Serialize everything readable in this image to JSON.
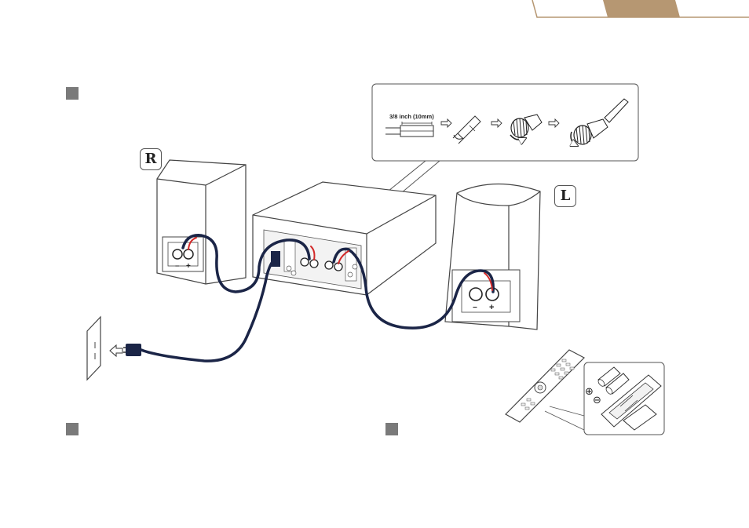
{
  "header_tabs": {
    "active_color": "#b69772",
    "line_color": "#b69772"
  },
  "steps": {
    "square_color": "#7a7a7a"
  },
  "speakers": {
    "right_label": "R",
    "left_label": "L"
  },
  "wire_prep": {
    "strip_length_label": "3/8 inch (10mm)"
  },
  "polarity": {
    "negative": "−",
    "positive": "+"
  },
  "battery": {
    "plus_symbol": "⊕",
    "minus_symbol": "⊖"
  },
  "colors": {
    "cable": "#1b2547",
    "red_wire": "#d32a2a",
    "line": "#333333"
  }
}
